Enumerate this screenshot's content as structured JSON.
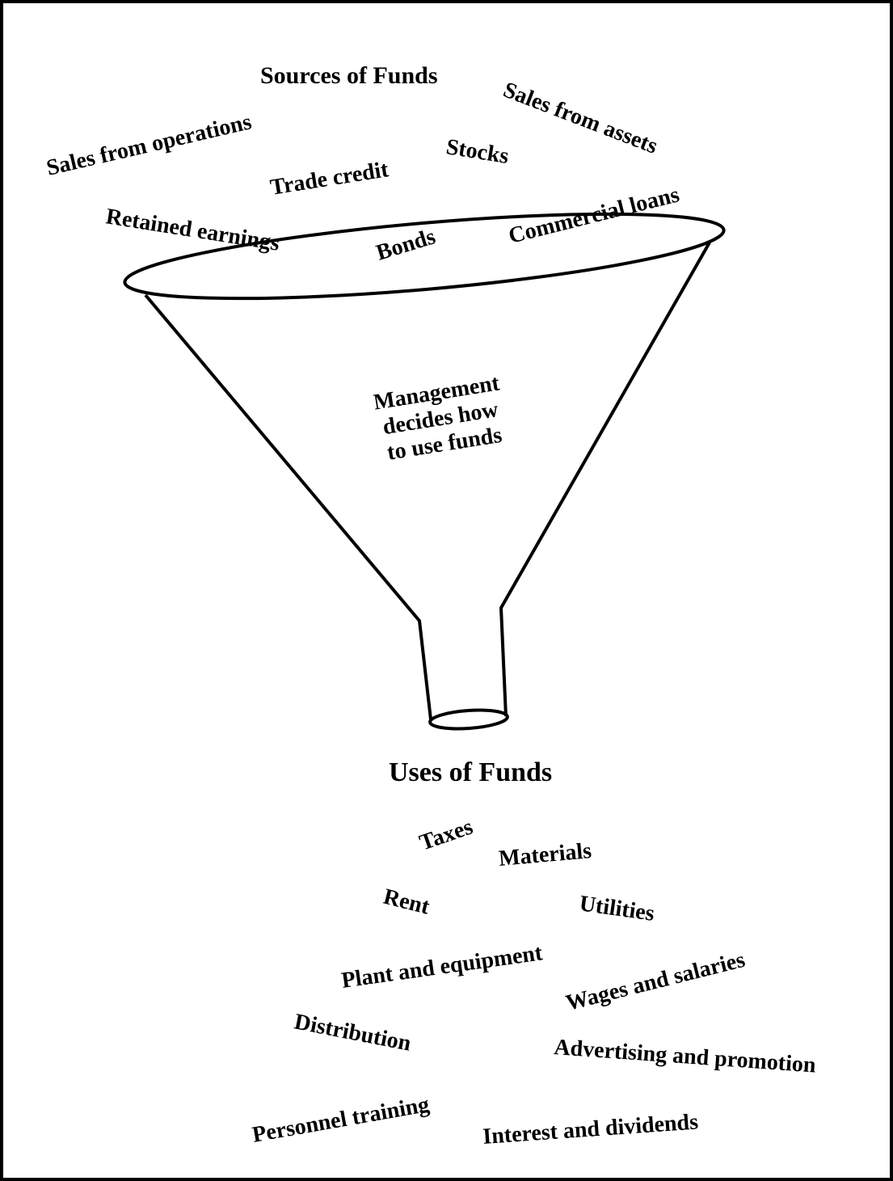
{
  "colors": {
    "line": "#000000",
    "background": "#ffffff"
  },
  "sources": {
    "heading": "Sources of Funds",
    "items": {
      "sales_from_assets": "Sales from assets",
      "sales_from_operations": "Sales from operations",
      "stocks": "Stocks",
      "trade_credit": "Trade credit",
      "commercial_loans": "Commercial loans",
      "retained_earnings": "Retained earnings",
      "bonds": "Bonds"
    }
  },
  "funnel": {
    "caption_line1": "Management",
    "caption_line2": "decides how",
    "caption_line3": "to use funds"
  },
  "uses": {
    "heading": "Uses of Funds",
    "items": {
      "taxes": "Taxes",
      "materials": "Materials",
      "rent": "Rent",
      "utilities": "Utilities",
      "plant_and_equipment": "Plant and equipment",
      "wages_and_salaries": "Wages and salaries",
      "distribution": "Distribution",
      "advertising_and_promotion": "Advertising and promotion",
      "personnel_training": "Personnel training",
      "interest_and_dividends": "Interest and dividends"
    }
  }
}
